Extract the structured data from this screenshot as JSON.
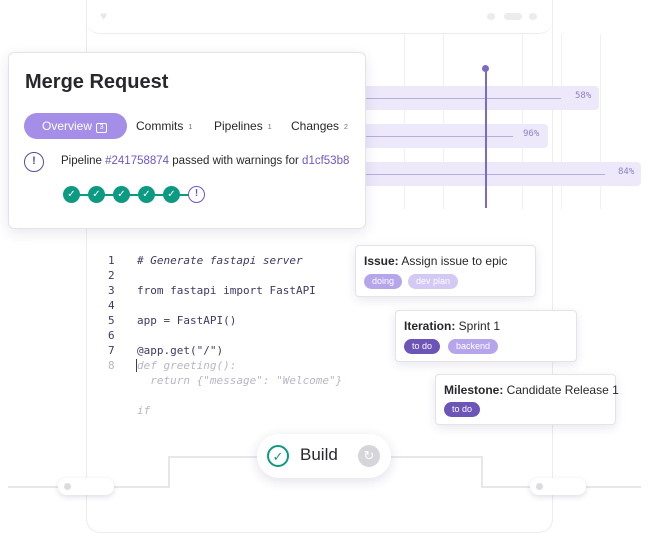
{
  "merge_request": {
    "title": "Merge Request",
    "tabs": [
      {
        "label": "Overview",
        "count": "3"
      },
      {
        "label": "Commits",
        "count": "1"
      },
      {
        "label": "Pipelines",
        "count": "1"
      },
      {
        "label": "Changes",
        "count": "2"
      }
    ],
    "pipeline": {
      "prefix": "Pipeline ",
      "id": "#241758874",
      "middle": " passed with warnings for ",
      "commit": "d1cf53b8"
    },
    "stage_icons": [
      "check-icon",
      "check-icon",
      "check-icon",
      "check-icon",
      "check-icon",
      "warning-icon"
    ]
  },
  "progress_bars": [
    {
      "label": "58%",
      "value": 0.58
    },
    {
      "label": "96%",
      "value": 0.96
    },
    {
      "label": "84%",
      "value": 0.84
    }
  ],
  "code": [
    {
      "num": "1",
      "text": "# Generate fastapi server"
    },
    {
      "num": "2",
      "text": ""
    },
    {
      "num": "3",
      "text": "from fastapi import FastAPI"
    },
    {
      "num": "4",
      "text": ""
    },
    {
      "num": "5",
      "text": "app = FastAPI()"
    },
    {
      "num": "6",
      "text": ""
    },
    {
      "num": "7",
      "text": "@app.get(\"/\")"
    },
    {
      "num": "8",
      "text": "def greeting():"
    },
    {
      "num": "",
      "text": "  return {\"message\": \"Welcome\"}"
    },
    {
      "num": "",
      "text": ""
    },
    {
      "num": "",
      "text": "if"
    }
  ],
  "cards": {
    "issue": {
      "kind": "Issue:",
      "title": " Assign issue to epic",
      "tags": [
        "doing",
        "dev plan"
      ]
    },
    "iteration": {
      "kind": "Iteration:",
      "title": " Sprint 1",
      "tags": [
        "to do",
        "backend"
      ]
    },
    "milestone": {
      "kind": "Milestone:",
      "title": " Candidate Release 1",
      "tags": [
        "to do"
      ]
    }
  },
  "build": {
    "label": "Build"
  },
  "colors": {
    "accent": "#a48ee8",
    "accent_dark": "#6e55c4",
    "success": "#0d9a83",
    "bar_fill": "#ede9fb"
  }
}
